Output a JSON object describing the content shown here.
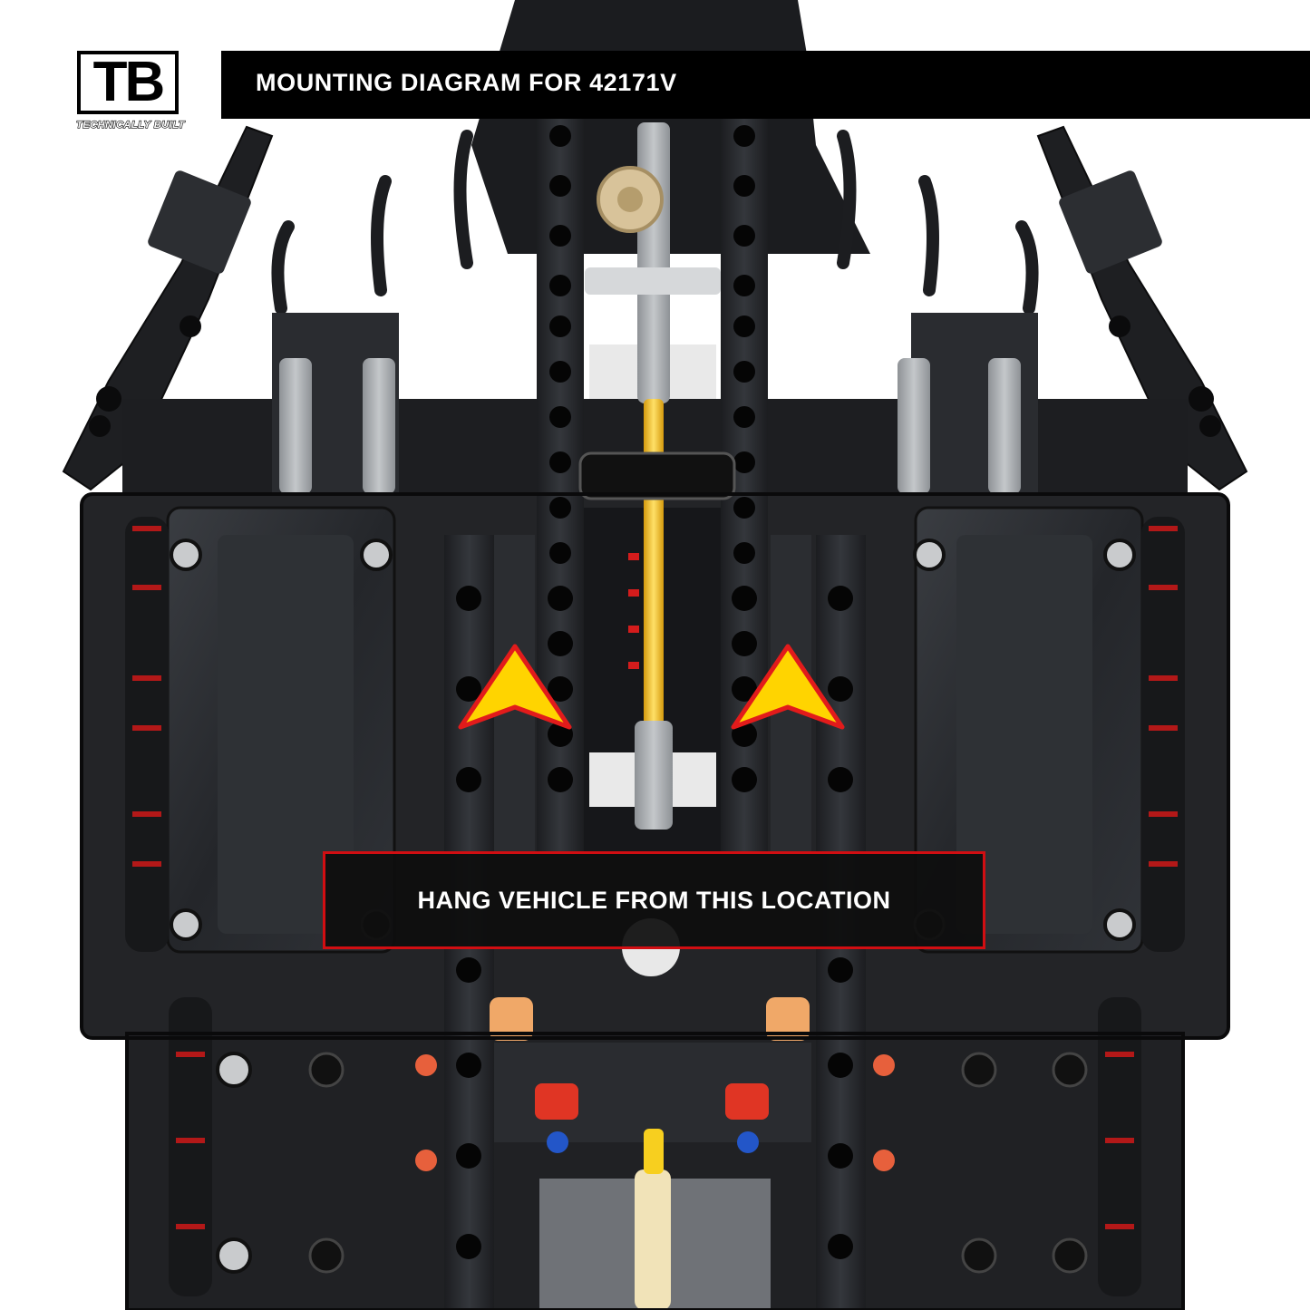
{
  "logo": {
    "mark": "TB",
    "subtitle": "TECHNICALLY BUILT"
  },
  "header": {
    "title": "MOUNTING DIAGRAM FOR 42171V"
  },
  "callout": {
    "label": "HANG VEHICLE FROM THIS LOCATION"
  },
  "markers": {
    "left": "triangle-arrow-marker",
    "right": "triangle-arrow-marker"
  },
  "colors": {
    "banner_background": "#000000",
    "callout_border": "#d10e12",
    "marker_fill": "#ffd400",
    "marker_stroke": "#e21b1b",
    "axle_yellow": "#f2c21a"
  }
}
